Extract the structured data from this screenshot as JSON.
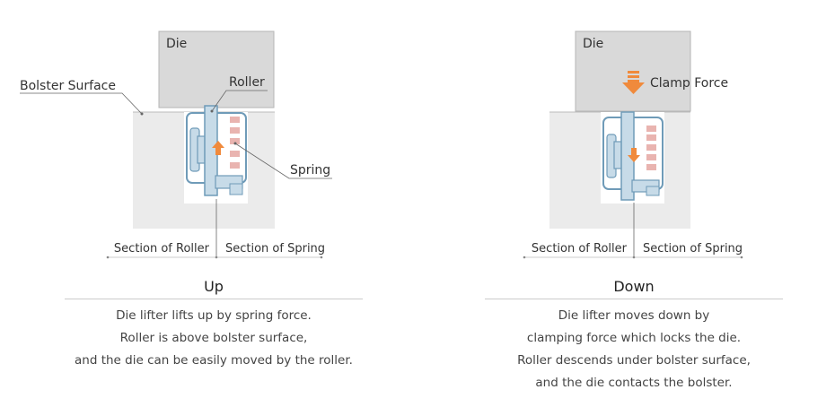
{
  "colors": {
    "die": "#d9d9d9",
    "bolster": "#ebebeb",
    "roller_blue": "#c7dbe8",
    "roller_dark": "#6f9bb8",
    "spring_coil": "#e9b4b0",
    "arrow": "#f08a3c",
    "line": "#666666"
  },
  "up": {
    "die_label": "Die",
    "bolster_label": "Bolster Surface",
    "roller_label": "Roller",
    "spring_label": "Spring",
    "section_roller": "Section of Roller",
    "section_spring": "Section of Spring",
    "title": "Up",
    "desc": [
      "Die lifter lifts up by spring force.",
      "Roller is above bolster surface,",
      "and the die can be easily moved by the roller."
    ]
  },
  "down": {
    "die_label": "Die",
    "clamp_label": "Clamp Force",
    "section_roller": "Section of Roller",
    "section_spring": "Section of Spring",
    "title": "Down",
    "desc": [
      "Die lifter moves down by",
      "clamping force which locks the die.",
      "Roller descends under bolster surface,",
      "and the die contacts the bolster."
    ]
  }
}
